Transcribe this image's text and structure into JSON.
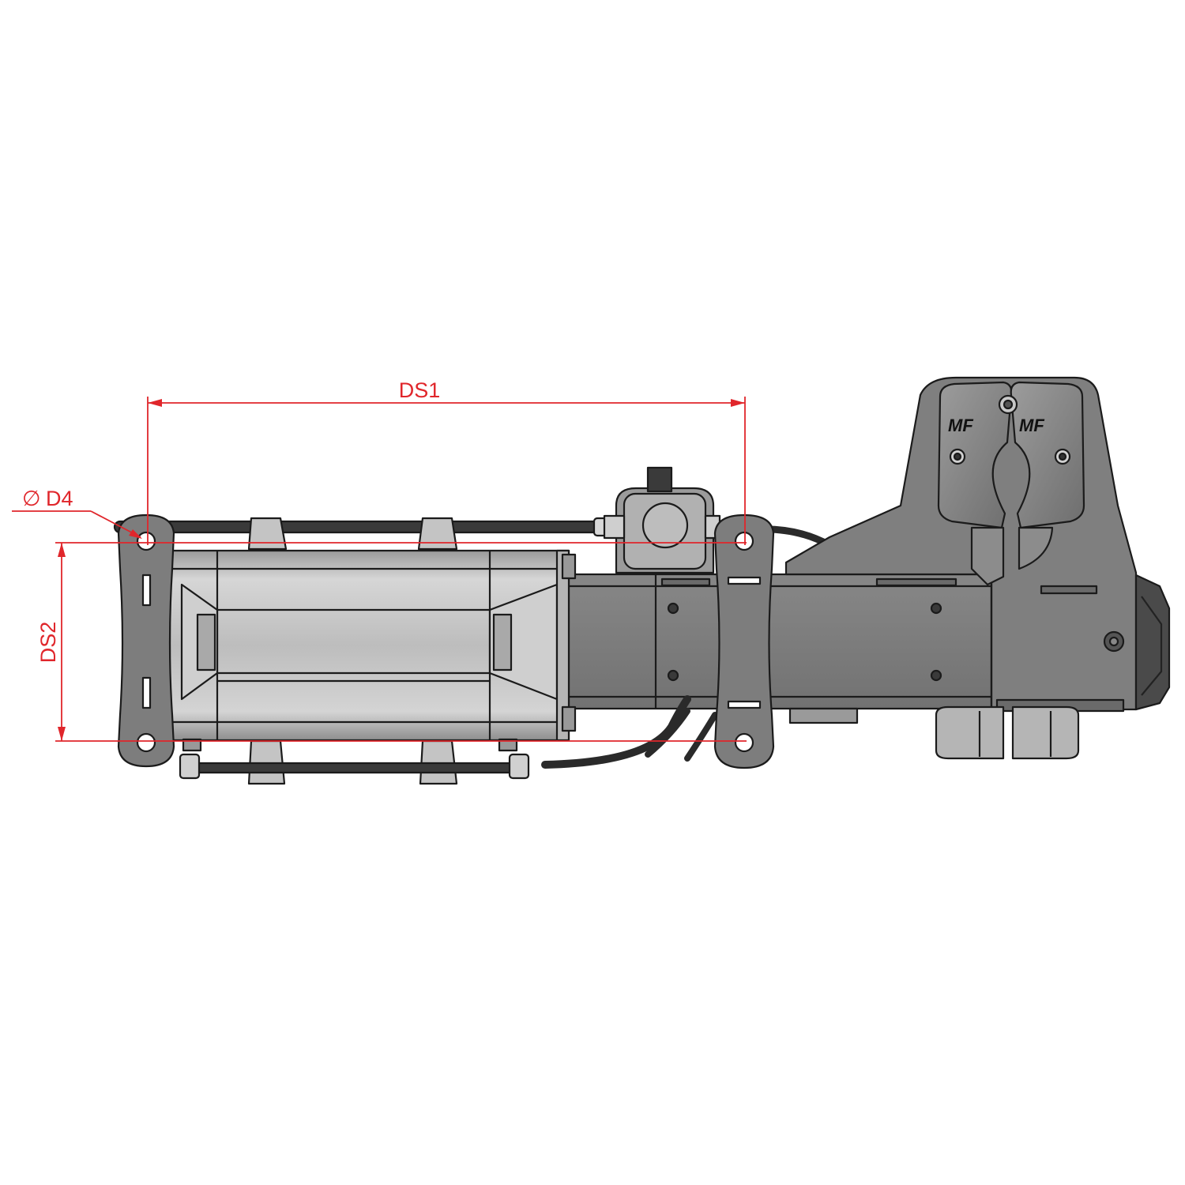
{
  "dimensions": {
    "ds1": "DS1",
    "ds2": "DS2",
    "d4": "D4",
    "diameter_symbol": "∅"
  },
  "logo": {
    "left": "MF",
    "right": "MF"
  },
  "colors": {
    "dimension": "#e0262b",
    "part_dark": "#7d7d7d",
    "part_light": "#c9c9c9",
    "outline": "#1b1b1b"
  }
}
